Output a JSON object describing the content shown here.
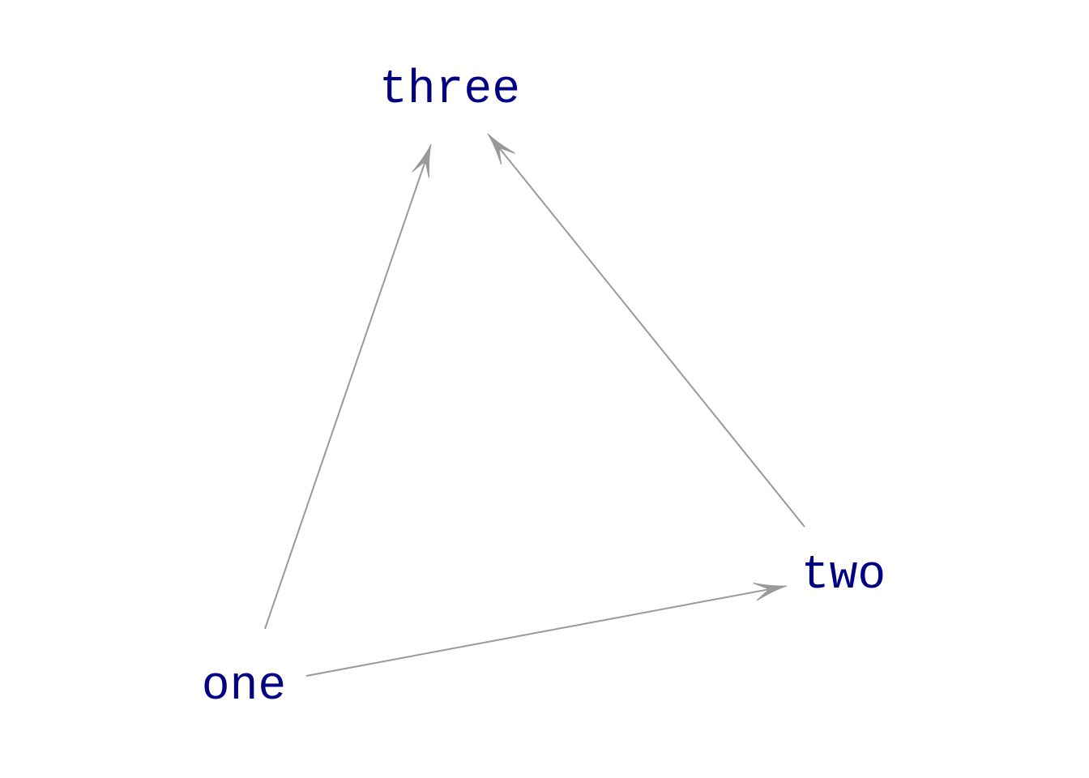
{
  "colors": {
    "background": "#ffffff",
    "node_text": "#000080",
    "edge": "#999999"
  },
  "nodes": [
    {
      "id": "three",
      "label": "three"
    },
    {
      "id": "two",
      "label": "two"
    },
    {
      "id": "one",
      "label": "one"
    }
  ],
  "edges": [
    {
      "from": "one",
      "to": "three"
    },
    {
      "from": "two",
      "to": "three"
    },
    {
      "from": "one",
      "to": "two"
    }
  ]
}
